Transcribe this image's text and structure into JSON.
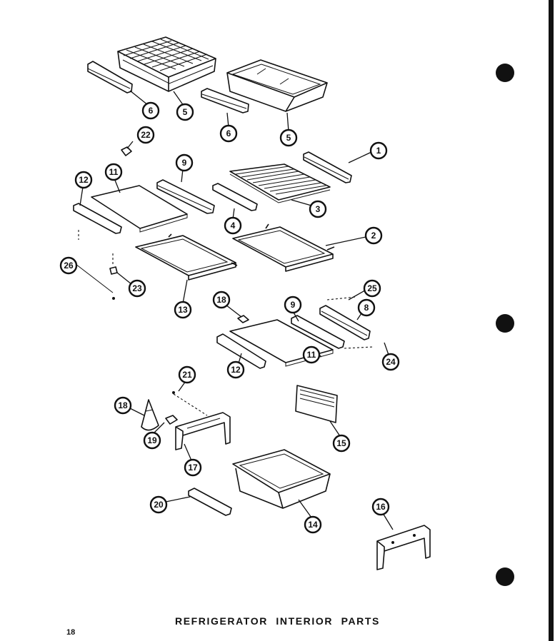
{
  "page": {
    "title": "REFRIGERATOR INTERIOR PARTS",
    "page_number": "18"
  },
  "callouts": {
    "c1": "1",
    "c2": "2",
    "c3": "3",
    "c4": "4",
    "c5a": "5",
    "c5b": "5",
    "c6a": "6",
    "c6b": "6",
    "c8": "8",
    "c9a": "9",
    "c9b": "9",
    "c11a": "11",
    "c11b": "11",
    "c12a": "12",
    "c12b": "12",
    "c13": "13",
    "c14": "14",
    "c15": "15",
    "c16": "16",
    "c17": "17",
    "c18a": "18",
    "c18b": "18",
    "c19": "19",
    "c20": "20",
    "c21": "21",
    "c22": "22",
    "c23": "23",
    "c24": "24",
    "c25": "25",
    "c26": "26"
  },
  "colors": {
    "ink": "#111111",
    "paper": "#ffffff"
  }
}
